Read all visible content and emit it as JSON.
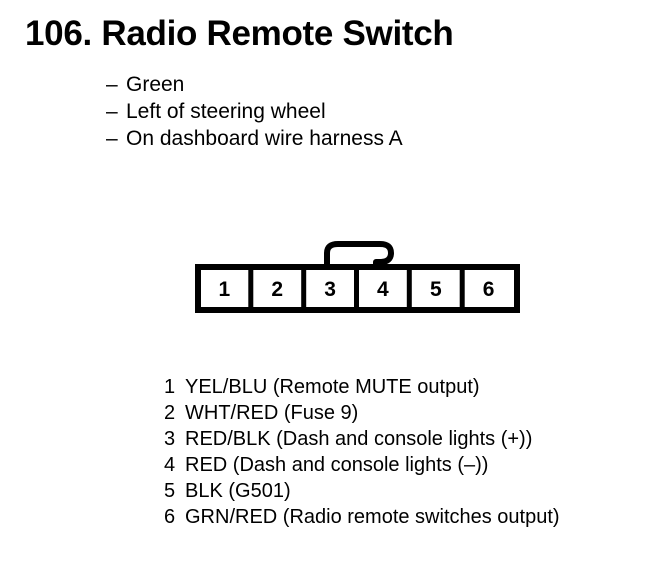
{
  "title": "106. Radio Remote Switch",
  "attributes": {
    "dash": "–",
    "items": [
      "Green",
      "Left of steering wheel",
      "On dashboard wire harness A"
    ]
  },
  "connector": {
    "latch_name": "connector-latch-tab",
    "pins": [
      "1",
      "2",
      "3",
      "4",
      "5",
      "6"
    ]
  },
  "pin_legend": [
    {
      "num": "1",
      "desc": "YEL/BLU (Remote MUTE output)"
    },
    {
      "num": "2",
      "desc": "WHT/RED (Fuse 9)"
    },
    {
      "num": "3",
      "desc": "RED/BLK (Dash and console lights (+))"
    },
    {
      "num": "4",
      "desc": "RED (Dash and console lights (–))"
    },
    {
      "num": "5",
      "desc": "BLK (G501)"
    },
    {
      "num": "6",
      "desc": "GRN/RED (Radio remote switches output)"
    }
  ],
  "colors": {
    "ink": "#000000",
    "paper": "#ffffff"
  }
}
